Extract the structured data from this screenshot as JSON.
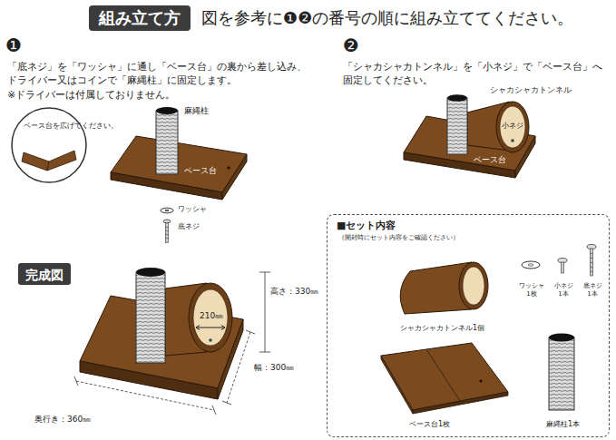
{
  "diagram": {
    "title": "組み立て方",
    "nodes": [
      {
        "text": [
          "ベース台を広げてください。"
        ]
      },
      {
        "text": [
          "完成図"
        ]
      },
      {
        "text": [
          "■セット内容",
          "（開封時にセット内容をご確認ください）",
          "シャカシャカトンネル1個",
          "ワッシャ 1枚",
          "小ネジ 1本",
          "底ネジ 1本",
          "ベース台1枚",
          "麻縄柱1本"
        ]
      }
    ],
    "labels": [
      "図を参考に❶❷の番号の順に組み立ててください。",
      "❶",
      "「底ネジ」を「ワッシャ」に通し「ベース台」の裏から差し込み、 ドライバー又はコインで「麻縄柱」に固定します。",
      "※ドライバーは付属しておりません。",
      "麻縄柱",
      "ベース台",
      "ワッシャ",
      "底ネジ",
      "❷",
      "「シャカシャカトンネル」を「小ネジ」で「ベース台」へ 固定してください。",
      "シャカシャカトンネル",
      "小ネジ",
      "ベース台",
      "高さ：330㎜",
      "210㎜",
      "幅：300㎜",
      "奥行き：360㎜"
    ]
  }
}
